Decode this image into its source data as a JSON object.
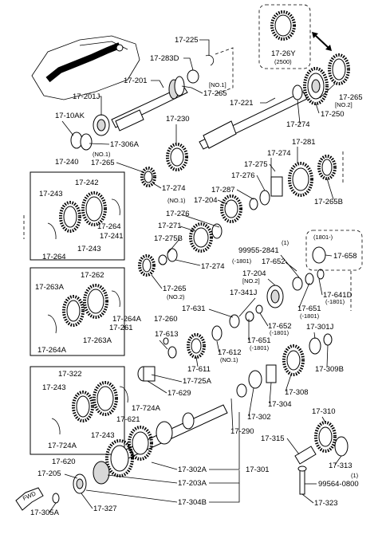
{
  "labels": {
    "p17_225": "17-225",
    "p17_283D": "17-283D",
    "p17_201": "17-201",
    "p17_26Y": "17-26Y",
    "p17_26Y_sub": "(2500)",
    "no1_top": "[NO.1]",
    "p17_265_a": "17-265",
    "p17_221": "17-221",
    "p17_265_no2": "17-265",
    "no2_right": "[NO.2]",
    "p17_201J": "17-201J",
    "p17_10AK": "17-10AK",
    "p17_306A": "17-306A",
    "p17_230": "17-230",
    "p17_274_a": "17-274",
    "p17_250": "17-250",
    "p17_281": "17-281",
    "p17_240": "17-240",
    "no1_mid": "(NO.1)",
    "p17_265_b": "17-265",
    "p17_274_b": "17-274",
    "p17_275": "17-275",
    "p17_276_a": "17-276",
    "p17_287": "17-287",
    "no1_b": "(NO.1)",
    "p17_204_a": "17-204",
    "p17_274_c": "17-274",
    "p17_265B": "17-265B",
    "p17_242": "17-242",
    "p17_243_a": "17-243",
    "p17_264_a": "17-264",
    "p17_241": "17-241",
    "p17_243_b": "17-243",
    "p17_264_b": "17-264",
    "p17_276_b": "17-276",
    "p17_271": "17-271",
    "p17_275B": "17-275B",
    "p17_274_d": "17-274",
    "p99955": "99955-2841",
    "p99955_sub": "(1)",
    "p1801_a": "(-1801)",
    "p17_652_a": "17-652",
    "p1801_box": "(1801-)",
    "p17_658": "17-658",
    "p17_204_b": "17-204",
    "no2_b": "[NO.2]",
    "p17_265_c": "17-265",
    "no2_c": "(NO.2)",
    "p17_262": "17-262",
    "p17_263A_a": "17-263A",
    "p17_341J": "17-341J",
    "p17_641D": "17-641D",
    "p1801_b": "(-1801)",
    "p17_651_a": "17-651",
    "p1801_c": "(-1801)",
    "p17_631": "17-631",
    "p17_264A_a": "17-264A",
    "p17_261": "17-261",
    "p17_260": "17-260",
    "p17_652_b": "17-652",
    "p1801_d": "(-1801)",
    "p17_651_b": "17-651",
    "p1801_e": "(-1801)",
    "p17_301J": "17-301J",
    "p17_264A_b": "17-264A",
    "p17_263A_b": "17-263A",
    "p17_613": "17-613",
    "p17_612": "17-612",
    "no1_c": "(NO.1)",
    "p17_611": "17-611",
    "p17_309B": "17-309B",
    "p17_322": "17-322",
    "p17_243_c": "17-243",
    "p17_725A": "17-725A",
    "p17_629": "17-629",
    "p17_308": "17-308",
    "p17_724A_a": "17-724A",
    "p17_621": "17-621",
    "p17_304": "17-304",
    "p17_302": "17-302",
    "p17_310": "17-310",
    "p17_243_d": "17-243",
    "p17_724A_b": "17-724A",
    "p17_290": "17-290",
    "p17_315": "17-315",
    "p17_620": "17-620",
    "p17_313": "17-313",
    "p17_205": "17-205",
    "p17_302A": "17-302A",
    "p17_301": "17-301",
    "p17_203A": "17-203A",
    "p99564": "99564-0800",
    "p99564_sub": "(1)",
    "p17_305A": "17-305A",
    "p17_327": "17-327",
    "p17_304B": "17-304B",
    "p17_323": "17-323",
    "fwd": "FWD"
  }
}
